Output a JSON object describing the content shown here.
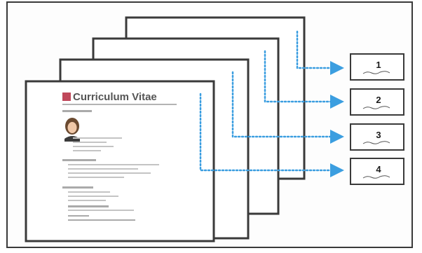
{
  "cv": {
    "title": "Curriculum Vitae"
  },
  "boxes": [
    {
      "label": "1"
    },
    {
      "label": "2"
    },
    {
      "label": "3"
    },
    {
      "label": "4"
    }
  ],
  "colors": {
    "arrow": "#3b9ee0",
    "frame": "#3a3a3a",
    "cv_icon": "#c0485a"
  }
}
